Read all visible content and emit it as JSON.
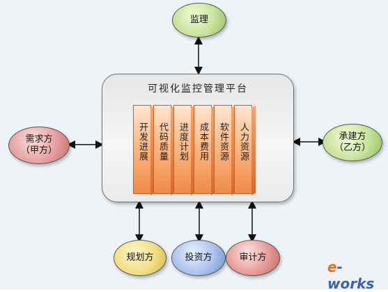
{
  "platform": {
    "title": "可视化监控管理平台",
    "modules": [
      "开发进展",
      "代码质量",
      "进度计划",
      "成本费用",
      "软件资源",
      "人力资源"
    ]
  },
  "nodes": {
    "supervision": "监理",
    "demand_line1": "需求方",
    "demand_line2": "（甲方）",
    "contractor_line1": "承建方",
    "contractor_line2": "（乙方）",
    "planning": "规划方",
    "investment": "投资方",
    "audit": "审计方"
  },
  "watermark": {
    "prefix": "e",
    "suffix": "-works"
  },
  "colors": {
    "module_fill": "#fbb987",
    "node_green": "#c6e29a",
    "node_red": "#e59f9f",
    "node_yellow": "#f0dd84",
    "node_blue": "#a9c1ec",
    "node_pink": "#e59a96"
  }
}
